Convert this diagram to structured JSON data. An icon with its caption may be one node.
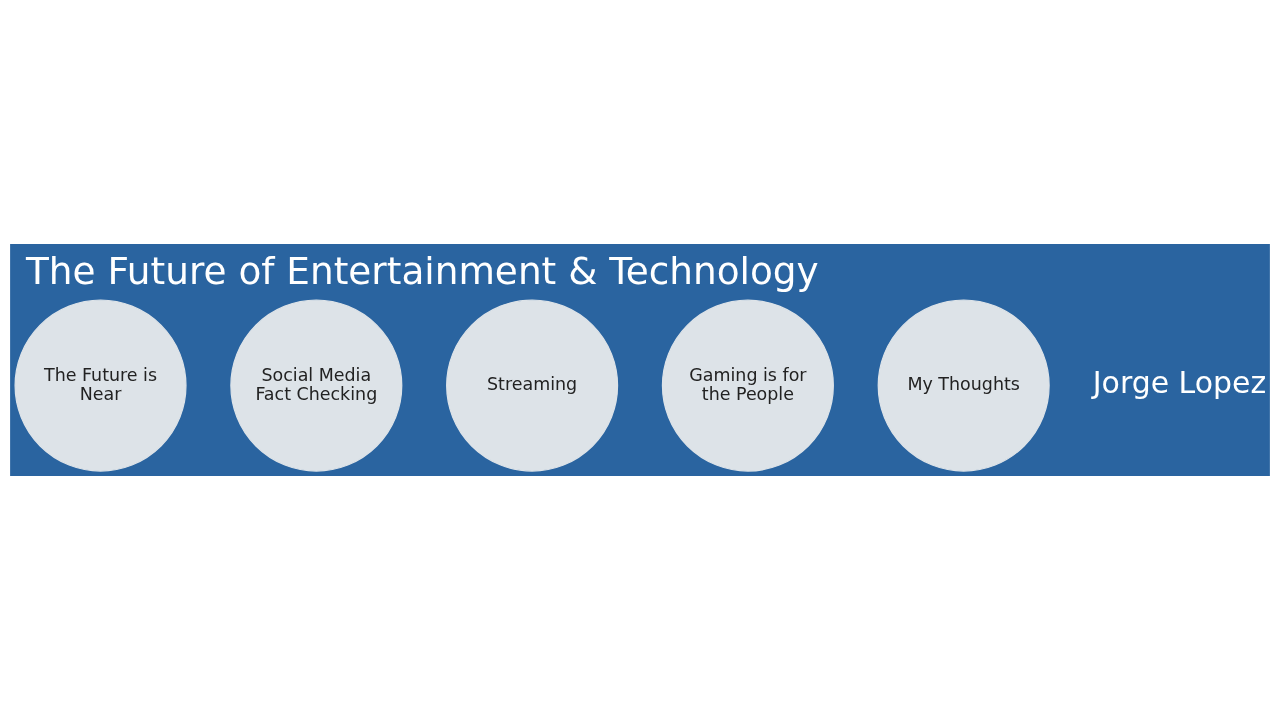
{
  "diagram": {
    "title": "The Future of Entertainment & Technology",
    "nodes": [
      {
        "text": [
          "The Future is Near"
        ]
      },
      {
        "text": [
          "Social Media Fact Checking"
        ]
      },
      {
        "text": [
          "Streaming"
        ]
      },
      {
        "text": [
          "Gaming is for the People"
        ]
      },
      {
        "text": [
          "My Thoughts"
        ]
      }
    ],
    "labels": [
      "Jorge Lopez"
    ]
  }
}
